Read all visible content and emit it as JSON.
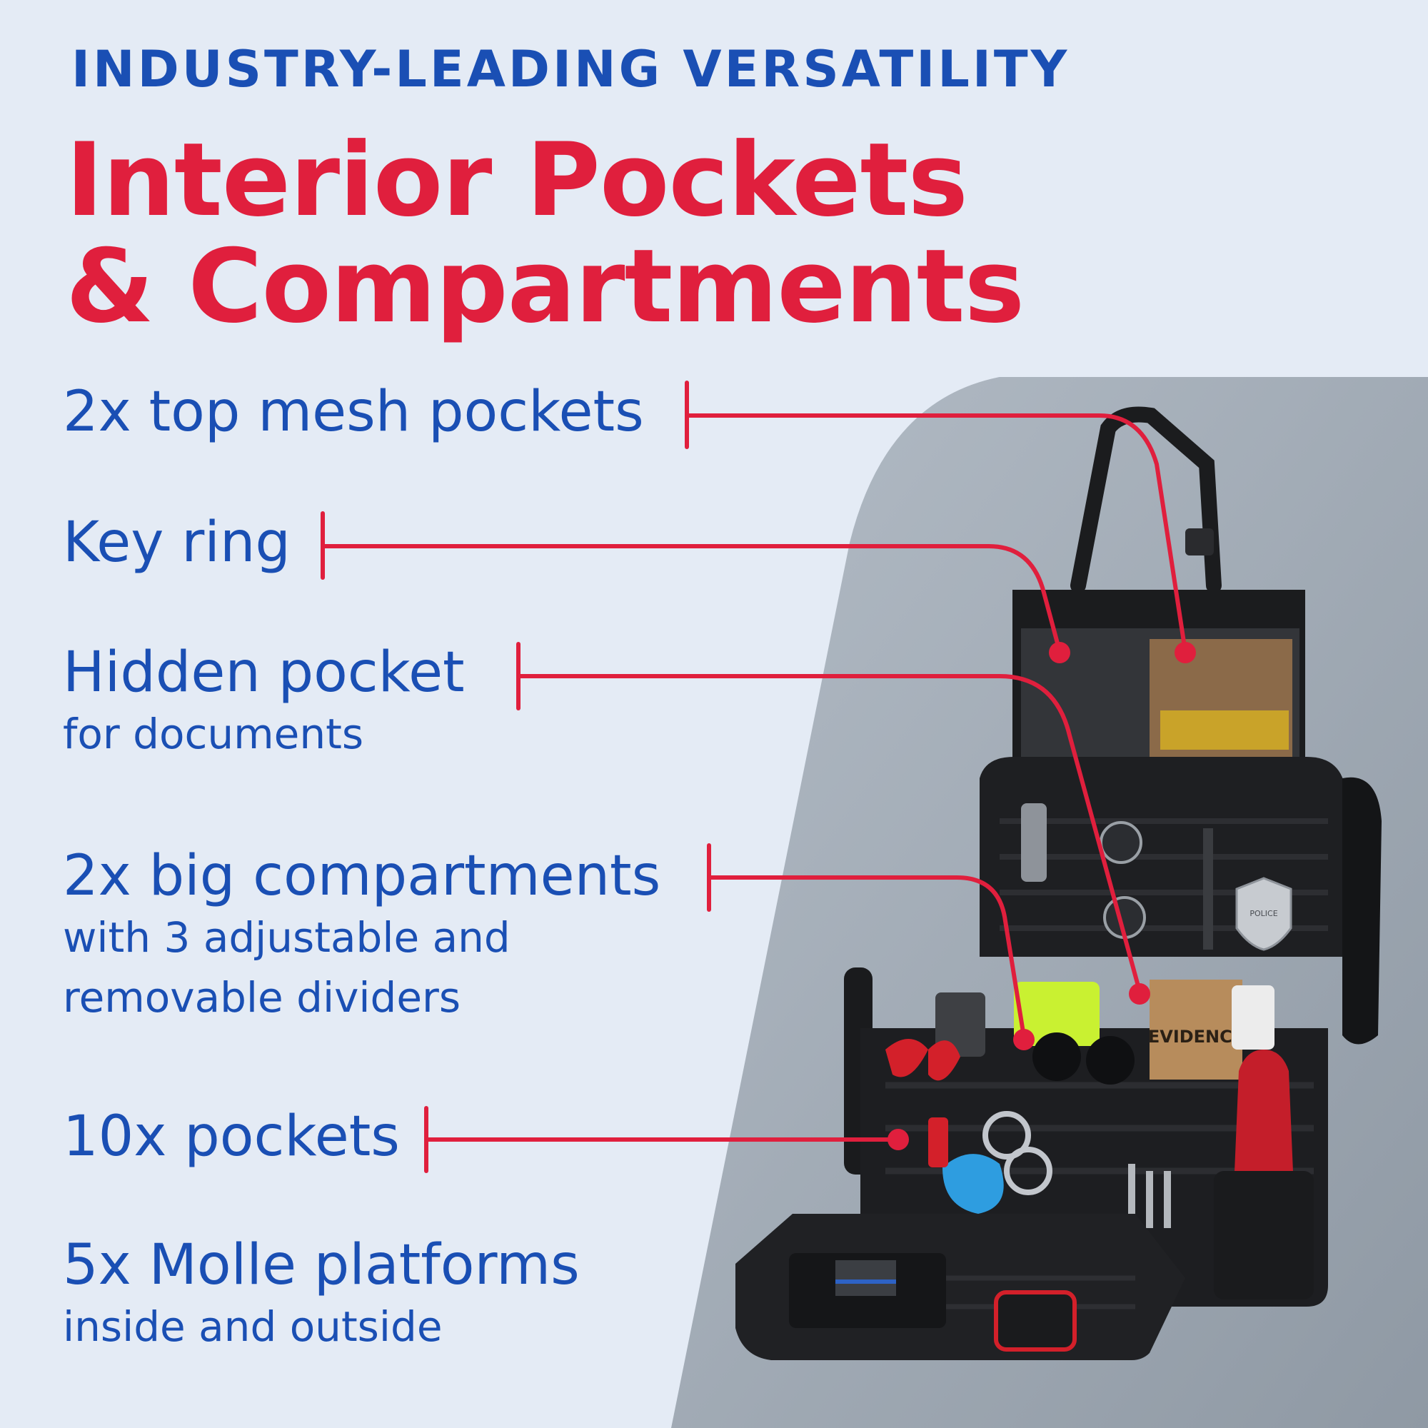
{
  "header": {
    "eyebrow": "INDUSTRY-LEADING VERSATILITY",
    "title_line1": "Interior Pockets",
    "title_line2": "& Compartments"
  },
  "features": [
    {
      "main": "2x top mesh pockets",
      "sub": ""
    },
    {
      "main": "Key ring",
      "sub": ""
    },
    {
      "main": "Hidden pocket",
      "sub": "for documents"
    },
    {
      "main": "2x big compartments",
      "sub": "with 3 adjustable and",
      "sub2": "removable dividers"
    },
    {
      "main": "10x pockets",
      "sub": ""
    },
    {
      "main": "5x Molle platforms",
      "sub": "inside and outside"
    }
  ],
  "product_labels": {
    "evidence": "EVIDENCE",
    "badge": "POLICE"
  },
  "colors": {
    "accent_red": "#e01f3d",
    "text_blue": "#1a4fb4",
    "background": "#e4ebf5",
    "panel_gray": "#a3acb7",
    "bag_black": "#1b1c1e"
  }
}
